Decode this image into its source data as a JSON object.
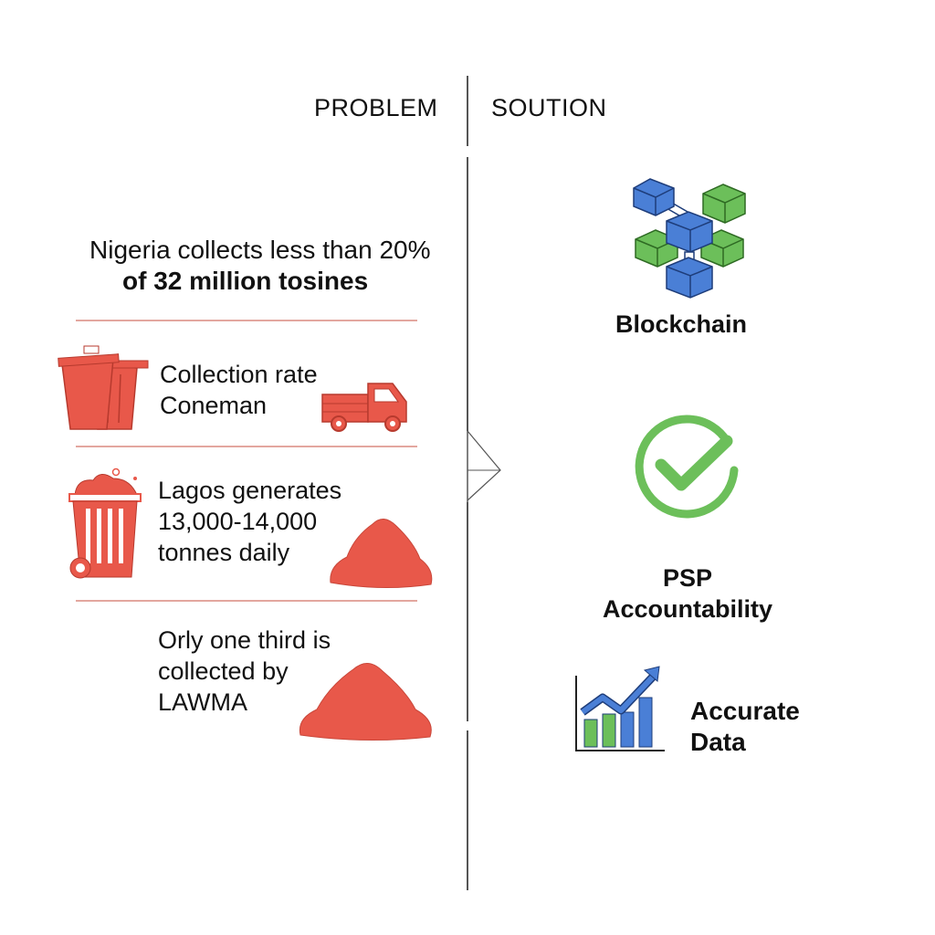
{
  "headers": {
    "problem": "PROBLEM",
    "solution": "SOUTION"
  },
  "problem": {
    "intro_line1": "Nigeria collects less than 20%",
    "intro_line2": "of 32 million tosines",
    "items": [
      {
        "line1": "Collection rate",
        "line2": "Coneman",
        "icons": [
          "trash-bins-icon",
          "truck-icon"
        ]
      },
      {
        "line1": "Lagos generates",
        "line2": "13,000-14,000",
        "line3": "tonnes daily",
        "icons": [
          "overflowing-bin-icon",
          "waste-pile-icon"
        ]
      },
      {
        "line1": "Orly one third is",
        "line2": "collected by",
        "line3": "LAWMA",
        "icons": [
          "waste-pile-icon"
        ]
      }
    ]
  },
  "solution": {
    "items": [
      {
        "label": "Blockchain",
        "icon": "blockchain-cubes-icon"
      },
      {
        "line1": "PSP",
        "line2": "Accountability",
        "icon": "check-circle-icon"
      },
      {
        "line1": "Accurate",
        "line2": "Data",
        "icon": "growth-chart-icon"
      }
    ]
  },
  "colors": {
    "red": "#e8584a",
    "blue": "#4a7fd6",
    "green": "#6cbf5a",
    "text": "#111111"
  }
}
